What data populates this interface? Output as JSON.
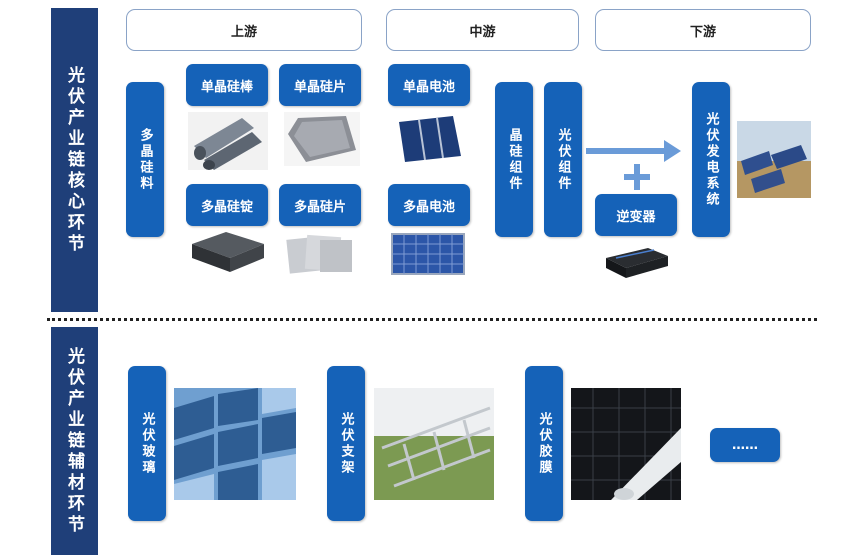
{
  "core": {
    "side_label": "光伏产业链核心环节",
    "headers": {
      "upstream": "上游",
      "midstream": "中游",
      "downstream": "下游"
    },
    "boxes": {
      "poly_silicon_material": "多晶硅料",
      "mono_rod": "单晶硅棒",
      "mono_wafer": "单晶硅片",
      "poly_ingot": "多晶硅锭",
      "poly_wafer": "多晶硅片",
      "mono_cell": "单晶电池",
      "poly_cell": "多晶电池",
      "crystal_module": "晶硅组件",
      "pv_module": "光伏组件",
      "inverter": "逆变器",
      "pv_generation_system": "光伏发电系统"
    }
  },
  "aux": {
    "side_label": "光伏产业链辅材环节",
    "boxes": {
      "pv_glass": "光伏玻璃",
      "pv_bracket": "光伏支架",
      "pv_film": "光伏胶膜",
      "more": "……"
    }
  },
  "colors": {
    "box_blue": "#1562b8",
    "side_navy": "#1f3f79",
    "header_border": "#8aa3c7",
    "arrow_blue": "#6a9bd8"
  }
}
